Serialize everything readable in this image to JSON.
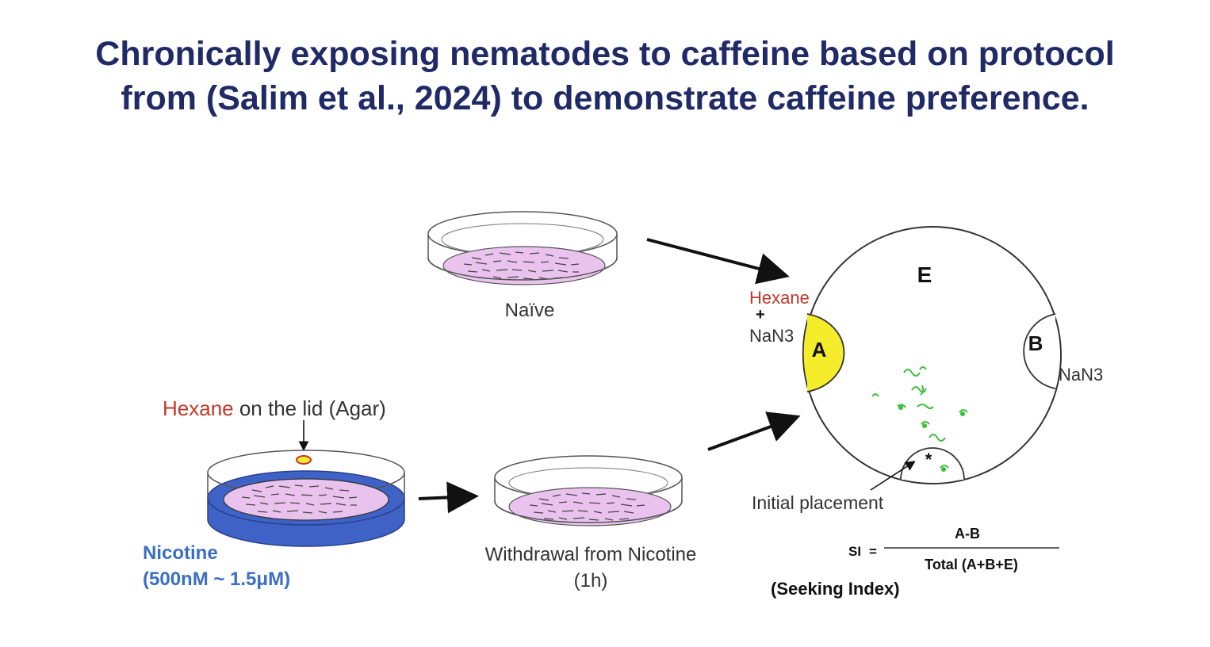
{
  "title": {
    "line1": "Chronically exposing nematodes to caffeine based on protocol",
    "line2": "from (Salim et al., 2024) to demonstrate caffeine preference."
  },
  "labels": {
    "naive": "Naïve",
    "hexane_word": "Hexane",
    "hexane_lid_rest": " on the lid (Agar)",
    "nicotine": "Nicotine",
    "nicotine_conc": "(500nM ~ 1.5μM)",
    "withdrawal_1": "Withdrawal from Nicotine",
    "withdrawal_2": "(1h)",
    "hexane_a": "Hexane",
    "plus": "+",
    "nan3_a": "NaN3",
    "nan3_b": "NaN3",
    "zone_a": "A",
    "zone_b": "B",
    "zone_e": "E",
    "star": "*",
    "initial_placement": "Initial placement",
    "si": "SI",
    "equals": "=",
    "numerator": "A-B",
    "denominator": "Total  (A+B+E)",
    "seeking_index": "(Seeking Index)"
  },
  "colors": {
    "title": "#1f2a66",
    "hexane_red": "#c0392b",
    "nicotine_blue": "#3a6fc4",
    "dish_fill": "#e9c3ee",
    "nicotine_plate": "#3f62c6",
    "zone_a_fill": "#f5ec2c",
    "worm_green": "#3bbf3b"
  }
}
